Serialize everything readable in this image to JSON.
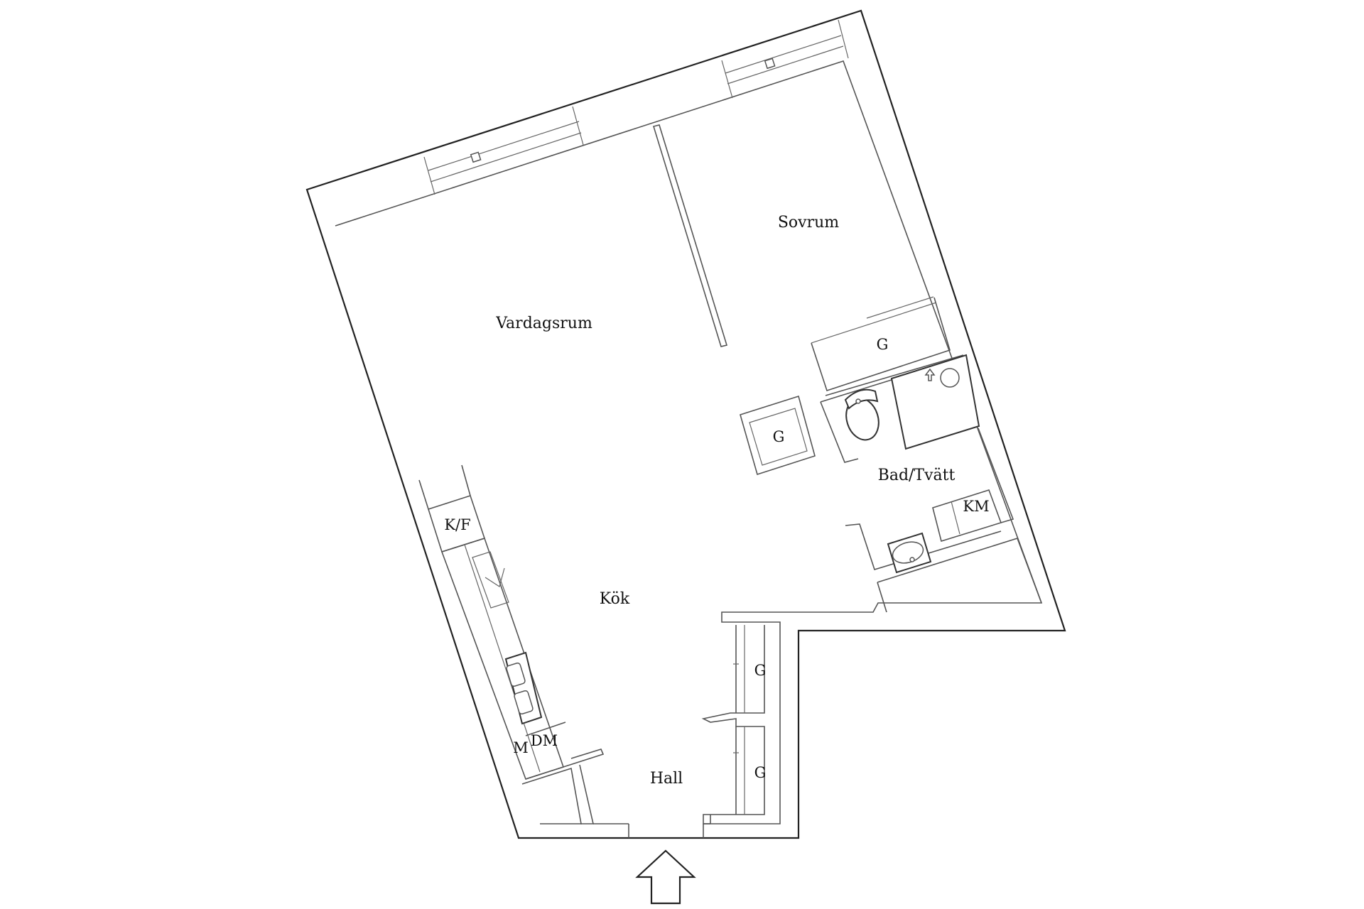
{
  "rooms": {
    "vardagsrum": "Vardagsrum",
    "sovrum": "Sovrum",
    "kok": "Kök",
    "hall": "Hall",
    "bad_tvatt": "Bad/Tvätt"
  },
  "fixtures": {
    "garderob_sovrum": "G",
    "garderob_bad": "G",
    "garderob_hall_1": "G",
    "garderob_hall_2": "G",
    "kyl_frys": "K/F",
    "mikro": "M",
    "diskmaskin": "DM",
    "tvattmaskin": "KM"
  },
  "icons": {
    "entrance": "entrance-arrow-icon"
  }
}
